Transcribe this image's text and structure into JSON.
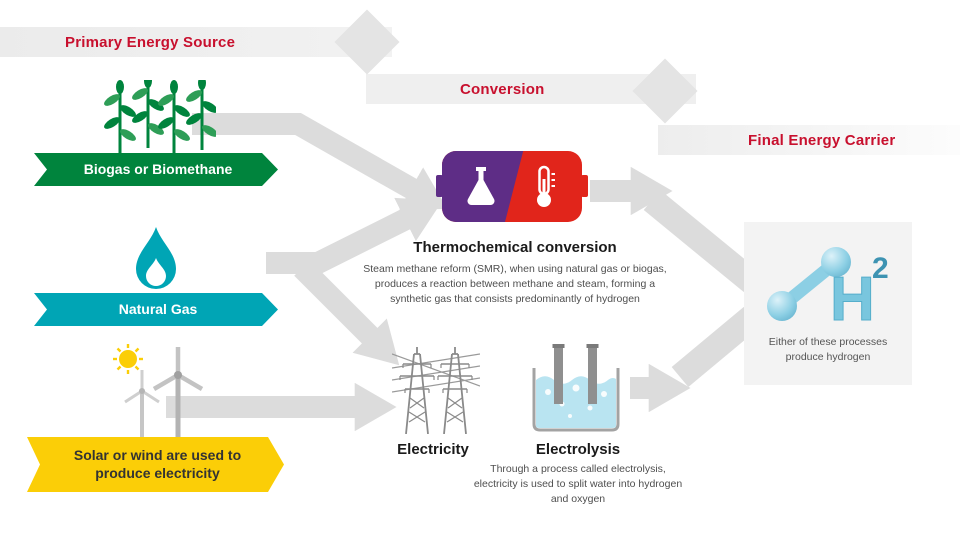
{
  "headers": {
    "primary": "Primary Energy Source",
    "conversion": "Conversion",
    "final": "Final Energy Carrier"
  },
  "sources": {
    "biogas": "Biogas or Biomethane",
    "natural_gas": "Natural Gas",
    "solar_wind": "Solar or wind are used to produce electricity"
  },
  "processes": {
    "thermochemical": {
      "title": "Thermochemical conversion",
      "description": "Steam methane reform (SMR), when using natural gas or biogas, produces a reaction between methane and steam, forming a synthetic gas that consists predominantly of hydrogen"
    },
    "electricity_label": "Electricity",
    "electrolysis": {
      "title": "Electrolysis",
      "description": "Through a process called electrolysis, electricity is used to split water into hydrogen and oxygen"
    }
  },
  "final_carrier": {
    "symbol": "H",
    "superscript": "2",
    "caption": "Either of these processes produce hydrogen"
  },
  "icons": {
    "biogas": "plants-icon",
    "natural_gas": "flame-icon",
    "solar_wind": "wind-turbines-sun-icon",
    "thermochemical": "flask-and-thermometer-icon",
    "electricity": "power-lines-icon",
    "electrolysis": "electrolysis-tank-icon",
    "hydrogen": "h2-molecule-icon"
  },
  "colors": {
    "accent_red": "#c8102e",
    "biogas_green": "#00843d",
    "natural_gas_teal": "#00a5b5",
    "solar_yellow": "#fbce07",
    "thermo_purple": "#5e2d86",
    "thermo_red": "#e1251b",
    "hydrogen_blue": "#79c6de",
    "arrow_gray": "#dcdcdc"
  }
}
